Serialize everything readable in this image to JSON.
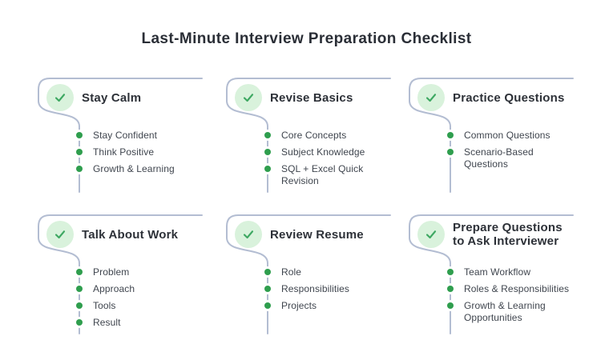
{
  "title": "Last-Minute Interview Preparation Checklist",
  "colors": {
    "background": "#ffffff",
    "heading_text": "#2a2e36",
    "section_title_text": "#2d3138",
    "item_text": "#3f454e",
    "connector_line": "#b3bdd2",
    "badge_fill": "#d9f2dc",
    "check_green": "#3ea862",
    "dot_green": "#2f9e4e"
  },
  "icons": {
    "badge": "checkmark-icon",
    "bullet": "bullet-dot-icon"
  },
  "sections": [
    {
      "title": "Stay Calm",
      "items": [
        "Stay Confident",
        "Think Positive",
        "Growth & Learning"
      ]
    },
    {
      "title": "Revise Basics",
      "items": [
        "Core Concepts",
        "Subject Knowledge",
        "SQL + Excel Quick Revision"
      ]
    },
    {
      "title": "Practice Questions",
      "items": [
        "Common Questions",
        "Scenario-Based Questions"
      ]
    },
    {
      "title": "Talk About Work",
      "items": [
        "Problem",
        "Approach",
        "Tools",
        "Result"
      ]
    },
    {
      "title": "Review Resume",
      "items": [
        "Role",
        "Responsibilities",
        "Projects"
      ]
    },
    {
      "title": "Prepare Questions to Ask Interviewer",
      "items": [
        "Team Workflow",
        "Roles & Responsibilities",
        "Growth & Learning Opportunities"
      ]
    }
  ]
}
